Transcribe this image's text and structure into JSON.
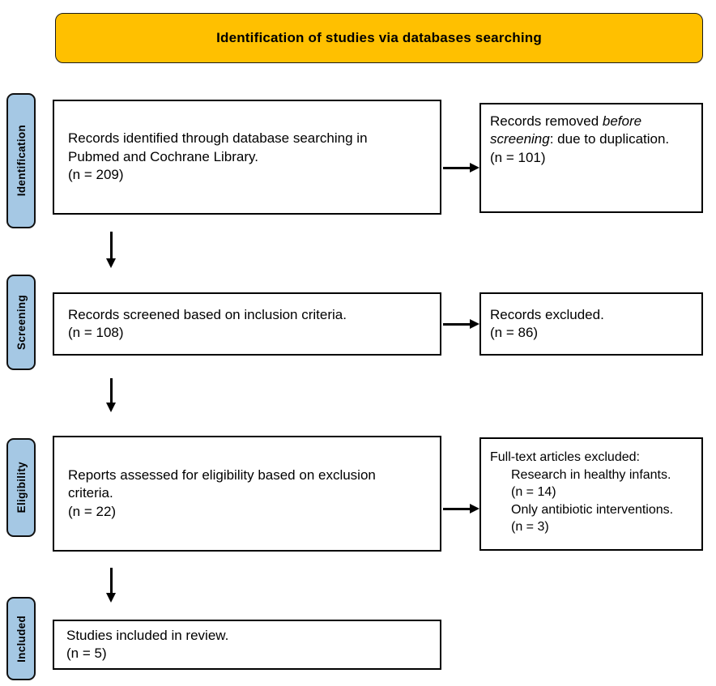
{
  "banner": {
    "title": "Identification of studies via databases searching"
  },
  "stages": {
    "identification": "Identification",
    "screening": "Screening",
    "eligibility": "Eligibility",
    "included": "Included"
  },
  "flow": {
    "identified": {
      "text": "Records identified through database searching in Pubmed and Cochrane Library.",
      "count": "(n = 209)"
    },
    "removed": {
      "pre": "Records removed ",
      "italic": "before screening",
      "post": ": due to duplication.",
      "count": "(n = 101)"
    },
    "screened": {
      "text": "Records screened based on inclusion criteria.",
      "count": "(n = 108)"
    },
    "excluded": {
      "text": "Records excluded.",
      "count": "(n = 86)"
    },
    "assessed": {
      "text": "Reports assessed for eligibility based on exclusion criteria.",
      "count": "(n = 22)"
    },
    "fulltext_excluded": {
      "heading": "Full-text articles excluded:",
      "reasons": [
        {
          "text": "Research in healthy infants.",
          "count": "(n = 14)"
        },
        {
          "text": "Only antibiotic interventions.",
          "count": "(n = 3)"
        }
      ]
    },
    "included_studies": {
      "text": "Studies included in review.",
      "count": "(n = 5)"
    }
  },
  "colors": {
    "banner_bg": "#FFC000",
    "stage_bg": "#A5C8E4",
    "box_border": "#000000",
    "text": "#000000"
  }
}
